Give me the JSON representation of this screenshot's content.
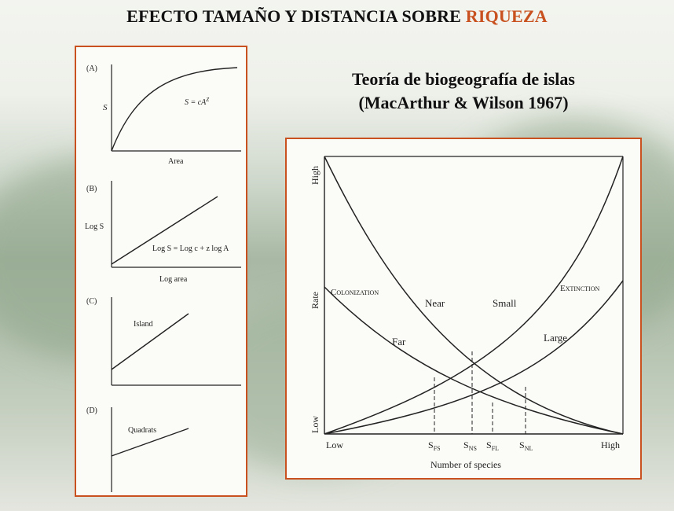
{
  "title": {
    "main": "EFECTO TAMAÑO Y DISTANCIA SOBRE ",
    "accent": "RIQUEZA",
    "accent_color": "#c8511f"
  },
  "subtitle": {
    "line1": "Teoría de biogeografía de islas",
    "line2": "(MacArthur & Wilson 1967)"
  },
  "left_panels": {
    "a": {
      "tag": "(A)",
      "ylabel": "S",
      "xlabel": "Area",
      "formula_pre": "S = cA",
      "formula_exp": "Z"
    },
    "b": {
      "tag": "(B)",
      "ylabel": "Log S",
      "xlabel": "Log area",
      "formula": "Log S = Log c + z log A"
    },
    "c": {
      "tag": "(C)",
      "curve_label": "Island"
    },
    "d": {
      "tag": "(D)",
      "curve_label": "Quadrats"
    }
  },
  "rate_diagram": {
    "y_axis": {
      "label": "Rate",
      "low": "Low",
      "high": "High"
    },
    "x_axis": {
      "label": "Number of species",
      "low": "Low",
      "high": "High"
    },
    "curve_labels": {
      "colonization": "Colonization",
      "extinction": "Extinction",
      "near": "Near",
      "far": "Far",
      "small": "Small",
      "large": "Large"
    },
    "equilibria": {
      "fs": {
        "base": "S",
        "sub": "FS"
      },
      "ns": {
        "base": "S",
        "sub": "NS"
      },
      "fl": {
        "base": "S",
        "sub": "FL"
      },
      "nl": {
        "base": "S",
        "sub": "NL"
      }
    }
  },
  "colors": {
    "frame": "#c8511f",
    "ink": "#222222"
  }
}
